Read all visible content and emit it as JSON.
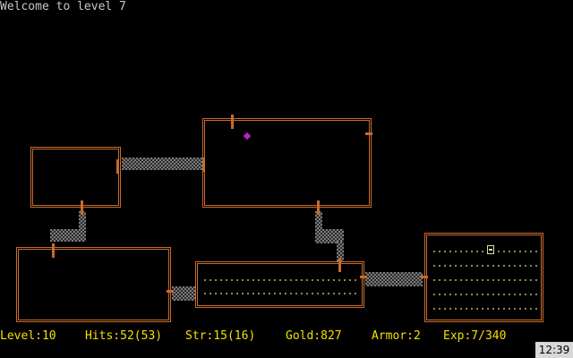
{
  "message": "Welcome to level 7",
  "status": {
    "level": "Level:10",
    "hits": "Hits:52(53)",
    "str": "Str:15(16)",
    "gold": "Gold:827",
    "armor": "Armor:2",
    "exp": "Exp:7/340"
  },
  "clock": "12:39",
  "colors": {
    "wall": "#c86b2c",
    "status_text": "#f2e000",
    "amulet": "#c020c0"
  },
  "icons": {
    "player": "player-icon",
    "item": "magic-item-icon"
  }
}
